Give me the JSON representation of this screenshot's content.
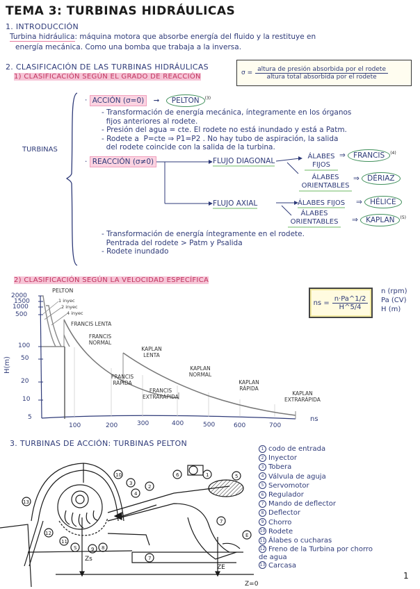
{
  "title": "TEMA 3: TURBINAS HIDRÁULICAS",
  "intro": {
    "heading": "1. INTRODUCCIÓN",
    "term": "Turbina hidráulica",
    "line1": ": máquina motora que absorbe energía del fluido y la restituye en",
    "line2": "energía mecánica. Como una bomba que trabaja a la inversa."
  },
  "classification": {
    "heading": "2. CLASIFICACIÓN DE LAS TURBINAS HIDRÁULICAS",
    "sub1": "1) CLASIFICACIÓN SEGÚN EL GRADO DE REACCIÓN",
    "formula_sigma": {
      "symbol": "σ =",
      "numerator": "altura de presión absorbida por el rodete",
      "denominator": "altura total absorbida por el rodete"
    },
    "turbinas_label": "TURBINAS",
    "accion": {
      "label": "ACCIÓN (σ=0)",
      "arrow": "➞",
      "result": "PELTON",
      "ref": "(3)",
      "bullets": [
        "- Transformación de energía mecánica, íntegramente en los órganos",
        "  fijos anteriores al rodete.",
        "- Presión del agua = cte. El rodete no está inundado y está a Patm.",
        "- Rodete a  P=cte ⇒ P1=P2 . No hay tubo de aspiración, la salida",
        "  del rodete coincide con la salida de la turbina."
      ]
    },
    "reaccion": {
      "label": "REACCIÓN (σ≠0)",
      "flujo_diagonal": "FLUJO DIAGONAL",
      "flujo_axial": "FLUJO AXIAL",
      "alabes_fijos_1": "ÁLABES FIJOS",
      "alabes_orient_1": "ÁLABES ORIENTABLES",
      "alabes_fijos_2": "ÁLABES FIJOS",
      "alabes_orient_2": "ÁLABES ORIENTABLES",
      "francis": "FRANCIS",
      "francis_ref": "(4)",
      "deriaz": "DÉRIAZ",
      "helice": "HÉLICE",
      "kaplan": "KAPLAN",
      "kaplan_ref": "(5)",
      "bullets": [
        "- Transformación de energía íntegramente en el rodete.",
        "  Pentrada del rodete > Patm y Psalida",
        "- Rodete inundado"
      ]
    },
    "sub2": "2) CLASIFICACIÓN SEGÚN LA VELOCIDAD ESPECÍFICA",
    "formula_ns": {
      "lhs": "ns =",
      "numerator": "n·Pa^1/2",
      "denominator": "H^5/4",
      "units": [
        "n (rpm)",
        "Pa (CV)",
        "H (m)"
      ]
    }
  },
  "chart_data": {
    "type": "line",
    "title": "Clasificación según la velocidad específica",
    "xlabel": "ns",
    "ylabel": "H(m)",
    "x_ticks": [
      100,
      200,
      300,
      400,
      500,
      600,
      700
    ],
    "y_ticks": [
      5,
      10,
      20,
      50,
      100,
      500,
      1000,
      1500,
      2000
    ],
    "y_scale": "log",
    "xlim": [
      0,
      760
    ],
    "ylim": [
      5,
      2000
    ],
    "regions": [
      {
        "name": "PELTON 1 inyec",
        "ns_range": [
          5,
          30
        ],
        "H_range": [
          100,
          2000
        ]
      },
      {
        "name": "PELTON 2 inyec",
        "ns_range": [
          10,
          45
        ],
        "H_range": [
          100,
          1500
        ]
      },
      {
        "name": "PELTON 4 inyec",
        "ns_range": [
          20,
          70
        ],
        "H_range": [
          100,
          500
        ]
      },
      {
        "name": "FRANCIS LENTA",
        "ns_range": [
          70,
          100
        ]
      },
      {
        "name": "FRANCIS NORMAL",
        "ns_range": [
          100,
          200
        ]
      },
      {
        "name": "FRANCIS RÁPIDA",
        "ns_range": [
          200,
          300
        ]
      },
      {
        "name": "FRANCIS EXTRARÁPIDA",
        "ns_range": [
          300,
          400
        ]
      },
      {
        "name": "KAPLAN LENTA",
        "ns_range": [
          240,
          400
        ]
      },
      {
        "name": "KAPLAN NORMAL",
        "ns_range": [
          400,
          500
        ]
      },
      {
        "name": "KAPLAN RÁPIDA",
        "ns_range": [
          500,
          600
        ]
      },
      {
        "name": "KAPLAN EXTRARÁPIDA",
        "ns_range": [
          600,
          760
        ]
      }
    ],
    "series": [
      {
        "name": "Francis envelope",
        "x": [
          70,
          100,
          200,
          300,
          400
        ],
        "y": [
          500,
          200,
          45,
          25,
          20
        ]
      },
      {
        "name": "Kaplan envelope",
        "x": [
          240,
          300,
          400,
          500,
          600,
          700,
          760
        ],
        "y": [
          60,
          40,
          25,
          18,
          13,
          10,
          8
        ]
      }
    ],
    "labels": {
      "pelton": "PELTON",
      "inyec1": "1 inyec",
      "inyec2": "2 inyec",
      "inyec4": "4 inyec",
      "francis_lenta": "FRANCIS LENTA",
      "francis_normal": "FRANCIS NORMAL",
      "francis_rapida": "FRANCIS RÁPIDA",
      "francis_extra": "FRANCIS EXTRARÁPIDA",
      "kaplan_lenta": "KAPLAN LENTA",
      "kaplan_normal": "KAPLAN NORMAL",
      "kaplan_rapida": "KAPLAN RÁPIDA",
      "kaplan_extra": "KAPLAN EXTRARÁPIDA"
    }
  },
  "pelton": {
    "heading": "3. TURBINAS DE ACCIÓN: TURBINAS PELTON",
    "legend": [
      {
        "n": "1",
        "label": "codo de entrada"
      },
      {
        "n": "2",
        "label": "Inyector"
      },
      {
        "n": "3",
        "label": "Tobera"
      },
      {
        "n": "4",
        "label": "Válvula de aguja"
      },
      {
        "n": "5",
        "label": "Servomotor"
      },
      {
        "n": "6",
        "label": "Regulador"
      },
      {
        "n": "7",
        "label": "Mando de deflector"
      },
      {
        "n": "8",
        "label": "Deflector"
      },
      {
        "n": "9",
        "label": "Chorro"
      },
      {
        "n": "10",
        "label": "Rodete"
      },
      {
        "n": "11",
        "label": "Álabes o cucharas"
      },
      {
        "n": "12",
        "label": "Freno de la Turbina por chorro de agua"
      },
      {
        "n": "13",
        "label": "Carcasa"
      }
    ],
    "diagram_labels": {
      "zs": "Zs",
      "ze": "ZE",
      "z0": "Z=0",
      "e": "E",
      "s": "S"
    }
  },
  "page_number": "1"
}
